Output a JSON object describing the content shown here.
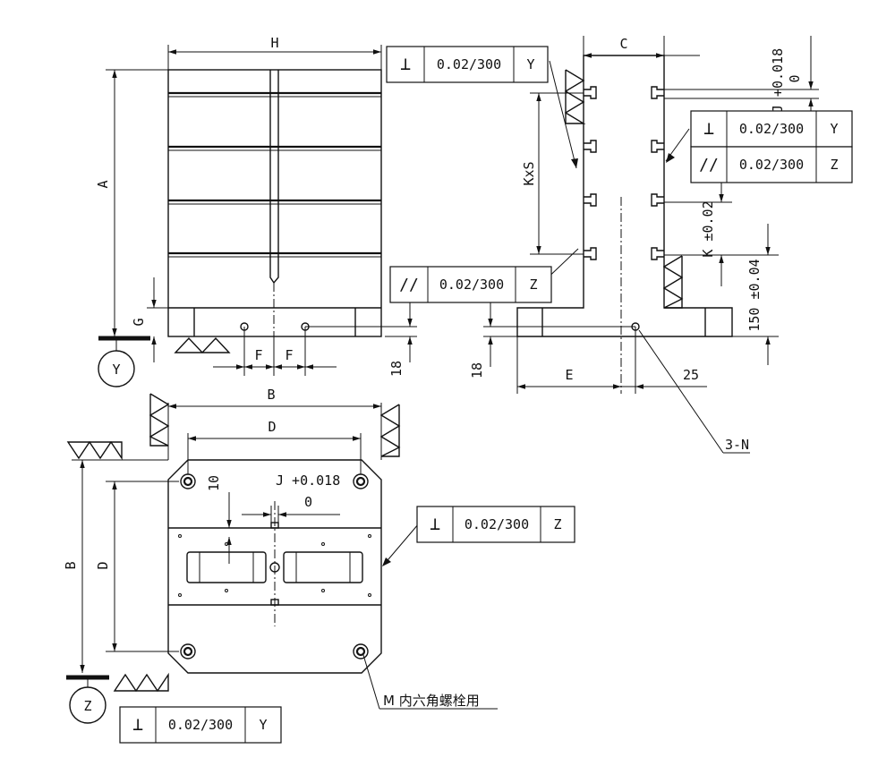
{
  "labels": {
    "H": "H",
    "A": "A",
    "C": "C",
    "G": "G",
    "F1": "F",
    "F2": "F",
    "B_top": "B",
    "D_top": "D",
    "B_side": "B",
    "D_side": "D",
    "E": "E",
    "KxS": "KxS",
    "dim_18_left": "18",
    "dim_18_right": "18",
    "dim_25": "25",
    "dim_10": "10",
    "J_tol_top": "J +0.018",
    "J_tol_top_zero": "0",
    "J_tol_bottom": "J +0.018",
    "J_tol_bottom_zero": "0",
    "K_tol": "K ±0.02",
    "dim_150": "150 ±0.04",
    "holes": "3-N",
    "bolt_note": "M 内六角螺栓用",
    "datum_Y": "Y",
    "datum_Z": "Z"
  },
  "tolerance_frames": [
    {
      "id": "perp-top-y",
      "symbol": "⊥",
      "value": "0.02/300",
      "datum": "Y"
    },
    {
      "id": "perp-right-y",
      "symbol": "⊥",
      "value": "0.02/300",
      "datum": "Y"
    },
    {
      "id": "par-right-z",
      "symbol": "//",
      "value": "0.02/300",
      "datum": "Z"
    },
    {
      "id": "par-mid-z",
      "symbol": "//",
      "value": "0.02/300",
      "datum": "Z"
    },
    {
      "id": "perp-plan-z",
      "symbol": "⊥",
      "value": "0.02/300",
      "datum": "Z"
    },
    {
      "id": "perp-bot-y",
      "symbol": "⊥",
      "value": "0.02/300",
      "datum": "Y"
    }
  ]
}
